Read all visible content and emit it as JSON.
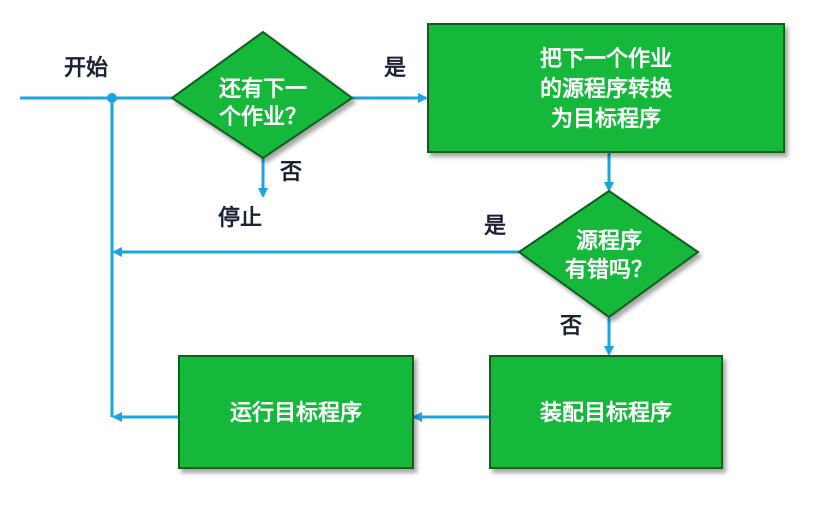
{
  "colors": {
    "box_fill": "#14b83a",
    "box_stroke": "#0b5e1e",
    "arrow": "#1aa5e0",
    "text_dark": "#1a2233",
    "text_light": "#ffffff"
  },
  "labels": {
    "start": "开始",
    "stop": "停止",
    "yes_1": "是",
    "yes_2": "是",
    "no_1": "否",
    "no_2": "否"
  },
  "nodes": {
    "decision_next_job": {
      "line1": "还有下一",
      "line2": "个作业？"
    },
    "process_translate": {
      "line1": "把下一个作业",
      "line2": "的源程序转换",
      "line3": "为目标程序"
    },
    "decision_has_error": {
      "line1": "源程序",
      "line2": "有错吗？"
    },
    "process_load": {
      "text": "装配目标程序"
    },
    "process_run": {
      "text": "运行目标程序"
    }
  }
}
